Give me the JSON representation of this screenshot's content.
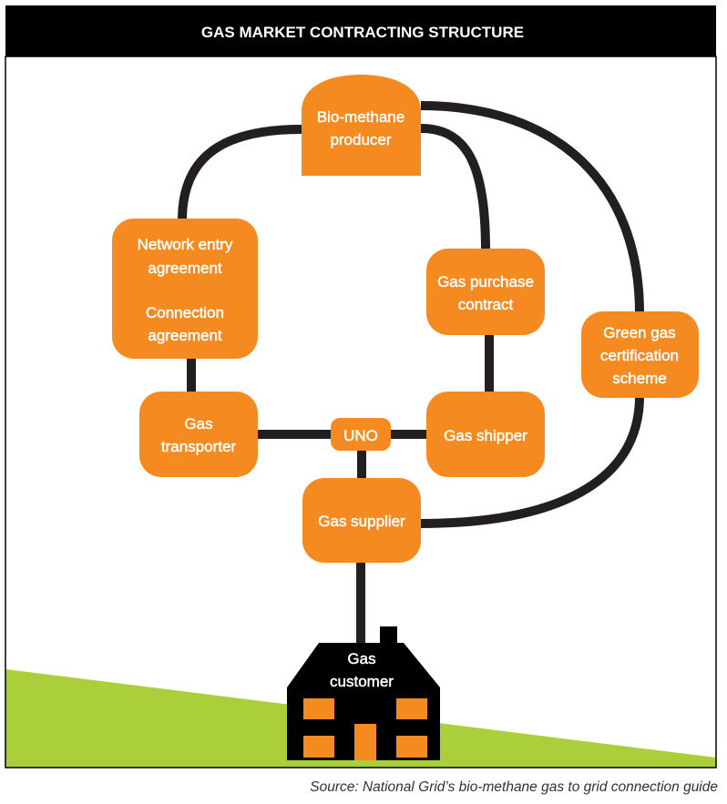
{
  "title": "GAS MARKET CONTRACTING STRUCTURE",
  "nodes": {
    "producer": {
      "lines": [
        "Bio-methane",
        "producer"
      ]
    },
    "network_entry": {
      "lines": [
        "Network entry",
        "agreement"
      ]
    },
    "connection": {
      "lines": [
        "Connection",
        "agreement"
      ]
    },
    "purchase_contract": {
      "lines": [
        "Gas purchase",
        "contract"
      ]
    },
    "green_gas": {
      "lines": [
        "Green gas",
        "certification",
        "scheme"
      ]
    },
    "transporter": {
      "lines": [
        "Gas",
        "transporter"
      ]
    },
    "uno": {
      "lines": [
        "UNO"
      ]
    },
    "shipper": {
      "lines": [
        "Gas shipper"
      ]
    },
    "supplier": {
      "lines": [
        "Gas supplier"
      ]
    },
    "customer": {
      "lines": [
        "Gas",
        "customer"
      ]
    }
  },
  "connections": [
    {
      "from": "Bio-methane producer",
      "to": "Network entry agreement / Connection agreement"
    },
    {
      "from": "Bio-methane producer",
      "to": "Gas purchase contract"
    },
    {
      "from": "Bio-methane producer",
      "to": "Green gas certification scheme"
    },
    {
      "from": "Network entry agreement / Connection agreement",
      "to": "Gas transporter"
    },
    {
      "from": "Gas purchase contract",
      "to": "Gas shipper"
    },
    {
      "from": "Gas transporter",
      "to": "UNO"
    },
    {
      "from": "UNO",
      "to": "Gas shipper"
    },
    {
      "from": "UNO",
      "to": "Gas supplier"
    },
    {
      "from": "Green gas certification scheme",
      "to": "Gas supplier"
    },
    {
      "from": "Gas supplier",
      "to": "Gas customer"
    }
  ],
  "source": "Source: National Grid’s bio-methane gas to grid connection guide",
  "colors": {
    "node": "#F58B20",
    "line": "#231F20",
    "header": "#000000",
    "ground": "#AACF3A",
    "house": "#000000"
  }
}
